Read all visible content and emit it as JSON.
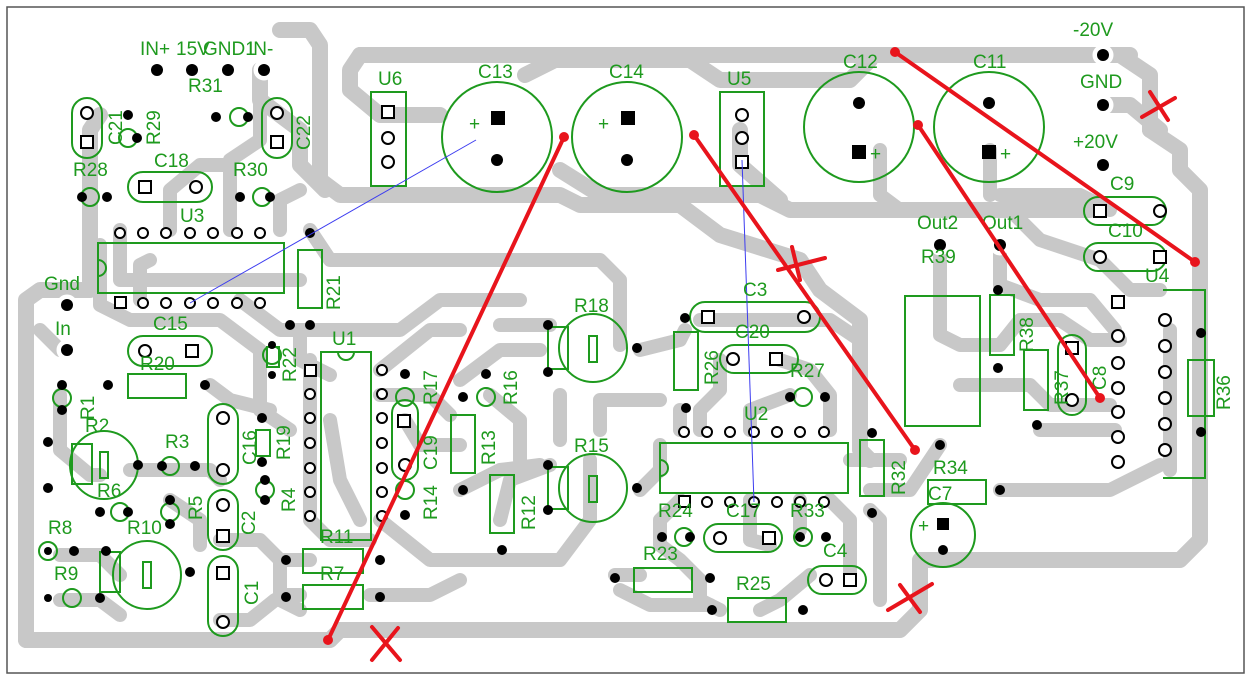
{
  "labels": {
    "in_plus": "IN+",
    "plus15": "15V",
    "gnd1": "GND1",
    "in_minus": "IN-",
    "u6": "U6",
    "c13": "C13",
    "c14": "C14",
    "u5": "U5",
    "c12": "C12",
    "c11": "C11",
    "minus20v": "-20V",
    "gnd_top": "GND",
    "plus20v": "+20V",
    "c9": "C9",
    "c10": "C10",
    "u4": "U4",
    "out2": "Out2",
    "out1": "Out1",
    "r39": "R39",
    "r38": "R38",
    "r37": "R37",
    "c8": "C8",
    "r36": "R36",
    "r31": "R31",
    "c21": "C21",
    "r29": "R29",
    "c22": "C22",
    "c18": "C18",
    "r28": "R28",
    "r30": "R30",
    "u3": "U3",
    "r21": "R21",
    "gnd_left": "Gnd",
    "in_left": "In",
    "c15": "C15",
    "r20": "R20",
    "u1": "U1",
    "r22": "R22",
    "r1": "R1",
    "r2": "R2",
    "r3": "R3",
    "c16": "C16",
    "r19": "R19",
    "r17": "R17",
    "r16": "R16",
    "c19": "C19",
    "r13": "R13",
    "r14": "R14",
    "r6": "R6",
    "r5": "R5",
    "c2": "C2",
    "r4": "R4",
    "r12": "R12",
    "r18": "R18",
    "r15": "R15",
    "c3": "C3",
    "c20": "C20",
    "r26": "R26",
    "r27": "R27",
    "u2": "U2",
    "r32": "R32",
    "r34": "R34",
    "c7": "C7",
    "r8": "R8",
    "r10": "R10",
    "r9": "R9",
    "c1": "C1",
    "r11": "R11",
    "r7": "R7",
    "r24": "R24",
    "c17": "C17",
    "r33": "R33",
    "r23": "R23",
    "c4": "C4",
    "r25": "R25",
    "plus_c13": "+",
    "plus_c14": "+",
    "plus_c12": "+",
    "plus_c11": "+",
    "plus_c7": "+"
  },
  "colors": {
    "silkscreen": "#1e9a1e",
    "track": "#c8c8c8",
    "pad": "#ffffff",
    "drill": "#000000",
    "markup": "#e8141c",
    "jumper": "#3c3cf0",
    "border": "#555555"
  }
}
